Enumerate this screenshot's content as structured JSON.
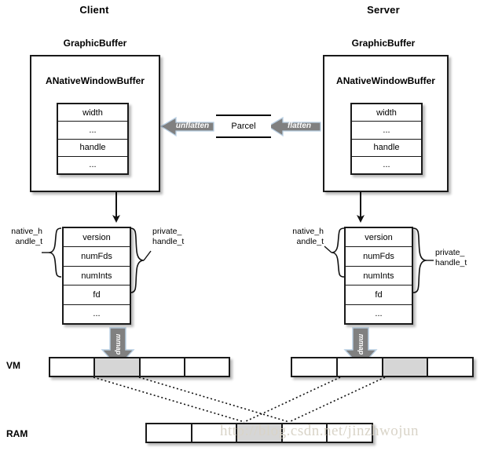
{
  "diagram": {
    "title_client": "Client",
    "title_server": "Server",
    "watermark": "http://blog.csdn.net/jinzhwojun"
  },
  "client": {
    "graphicbuffer_title": "GraphicBuffer",
    "anativewindowbuffer_label": "ANativeWindowBuffer",
    "buffer_fields": [
      "width",
      "...",
      "handle",
      "..."
    ],
    "handle_fields": [
      "version",
      "numFds",
      "numInts",
      "fd",
      "..."
    ],
    "brace_left_label": "native_h\nandle_t",
    "brace_right_label": "private_\nhandle_t",
    "mmap_label": "mmap",
    "vm_cells": [
      {
        "gray": false
      },
      {
        "gray": true
      },
      {
        "gray": false
      },
      {
        "gray": false
      }
    ]
  },
  "server": {
    "graphicbuffer_title": "GraphicBuffer",
    "anativewindowbuffer_label": "ANativeWindowBuffer",
    "buffer_fields": [
      "width",
      "...",
      "handle",
      "..."
    ],
    "handle_fields": [
      "version",
      "numFds",
      "numInts",
      "fd",
      "..."
    ],
    "brace_left_label": "native_h\nandle_t",
    "brace_right_label": "private_\nhandle_t",
    "mmap_label": "mmap",
    "vm_cells": [
      {
        "gray": false
      },
      {
        "gray": false
      },
      {
        "gray": true
      },
      {
        "gray": false
      }
    ]
  },
  "ipc": {
    "parcel_label": "Parcel",
    "flatten_label": "flatten",
    "unflatten_label": "unflatten"
  },
  "memory": {
    "vm_label": "VM",
    "ram_label": "RAM",
    "ram_cells": [
      {
        "gray": false
      },
      {
        "gray": false
      },
      {
        "gray": true
      },
      {
        "gray": false
      },
      {
        "gray": false
      }
    ]
  },
  "colors": {
    "stroke": "#1a1a1a",
    "gray_fill": "#d6d6d6",
    "arrow_gray": "#808080",
    "arrow_gray_edge": "#a9c4e0",
    "watermark": "#d9d4c8"
  }
}
